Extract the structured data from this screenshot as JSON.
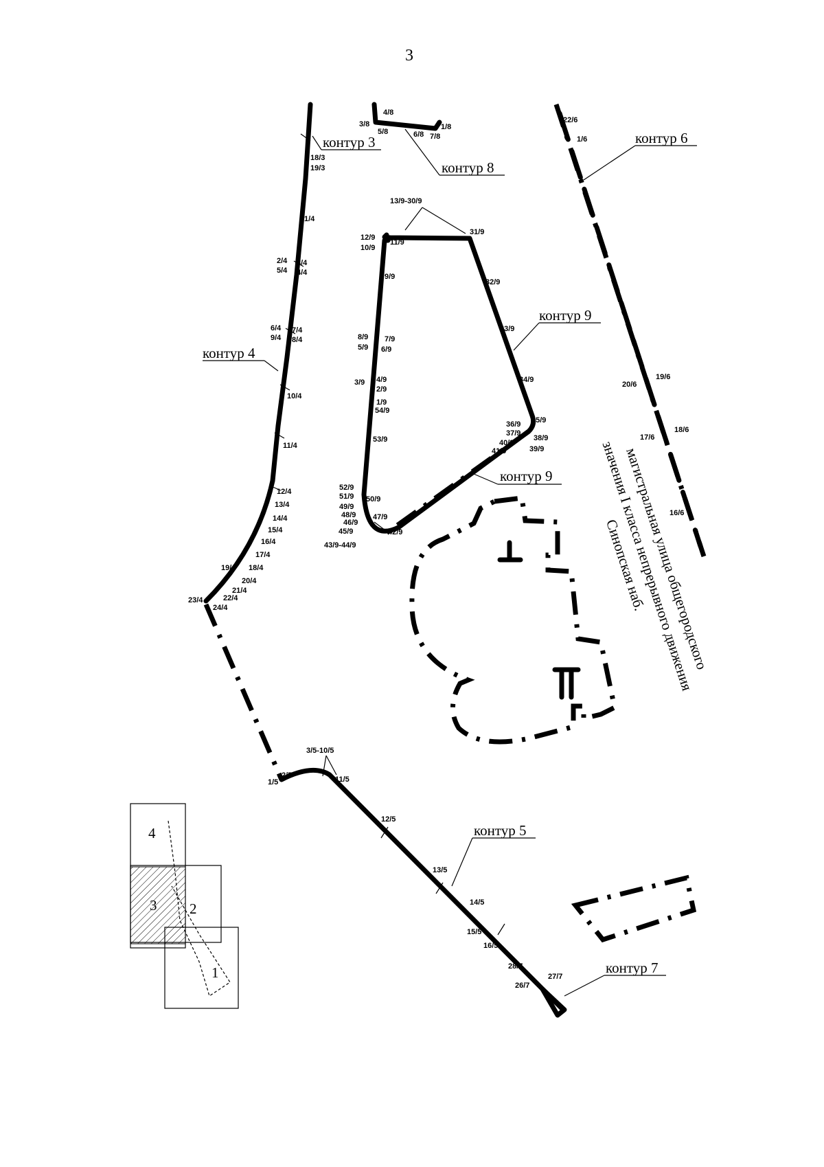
{
  "page_number": "3",
  "contour_labels": {
    "k3": "контур 3",
    "k4": "контур 4",
    "k5": "контур 5",
    "k6": "контур 6",
    "k7": "контур 7",
    "k8": "контур 8",
    "k9a": "контур 9",
    "k9b": "контур 9"
  },
  "street": {
    "line1": "магистральная улица общегородского",
    "line2": "значения I класса непрерывного движения",
    "line3": "Синопская наб."
  },
  "inset_labels": {
    "n1": "1",
    "n2": "2",
    "n3": "3",
    "n4": "4"
  },
  "points": {
    "p4_8": "4/8",
    "p3_8": "3/8",
    "p5_8": "5/8",
    "p6_8": "6/8",
    "p7_8": "7/8",
    "p1_8": "1/8",
    "p18_3": "18/3",
    "p19_3": "19/3",
    "p1_4": "1/4",
    "p2_4": "2/4",
    "p3_4": "3/4",
    "p5_4": "5/4",
    "p4_4": "4/4",
    "p6_4": "6/4",
    "p7_4": "7/4",
    "p9_4": "9/4",
    "p8_4": "8/4",
    "p10_4": "10/4",
    "p11_4": "11/4",
    "p12_4": "12/4",
    "p13_4": "13/4",
    "p14_4": "14/4",
    "p15_4": "15/4",
    "p16_4": "16/4",
    "p17_4": "17/4",
    "p18_4": "18/4",
    "p19_4": "19/4",
    "p20_4": "20/4",
    "p21_4": "21/4",
    "p22_4": "22/4",
    "p23_4": "23/4",
    "p24_4": "24/4",
    "p22_6": "22/6",
    "p1_6": "1/6",
    "p19_6": "19/6",
    "p20_6": "20/6",
    "p17_6": "17/6",
    "p18_6": "18/6",
    "p16_6": "16/6",
    "p13_30_9": "13/9-30/9",
    "p12_9": "12/9",
    "p10_9": "10/9",
    "p11_9": "11/9",
    "p31_9": "31/9",
    "p9_9": "9/9",
    "p32_9": "32/9",
    "p33_9": "33/9",
    "p8_9": "8/9",
    "p7_9": "7/9",
    "p5_9": "5/9",
    "p6_9": "6/9",
    "p3_9": "3/9",
    "p4_9": "4/9",
    "p2_9": "2/9",
    "p1_9": "1/9",
    "p54_9": "54/9",
    "p34_9": "34/9",
    "p53_9": "53/9",
    "p36_9": "36/9",
    "p35_9": "35/9",
    "p37_9": "37/9",
    "p38_9": "38/9",
    "p40_9": "40/9",
    "p41_9": "41/9",
    "p39_9": "39/9",
    "p52_9": "52/9",
    "p51_9": "51/9",
    "p50_9": "50/9",
    "p49_9": "49/9",
    "p48_9": "48/9",
    "p47_9": "47/9",
    "p46_9": "46/9",
    "p45_9": "45/9",
    "p42_9": "42/9",
    "p43_44_9": "43/9-44/9",
    "p3_10_5": "3/5-10/5",
    "p1_5": "1/5",
    "p2_5": "2/5",
    "p11_5": "11/5",
    "p12_5": "12/5",
    "p13_5": "13/5",
    "p14_5": "14/5",
    "p15_5": "15/5",
    "p16_5": "16/5",
    "p28_7": "28/7",
    "p26_7": "26/7",
    "p27_7": "27/7"
  }
}
